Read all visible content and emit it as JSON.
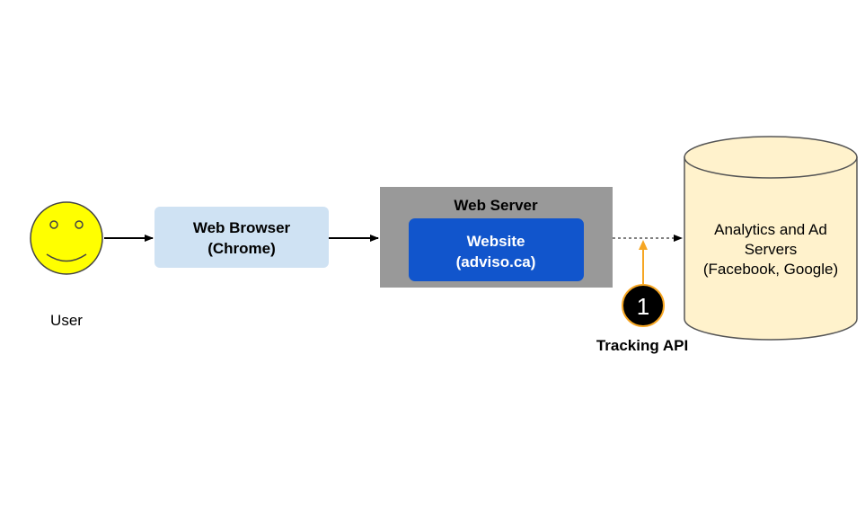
{
  "user": {
    "label": "User"
  },
  "browser": {
    "line1": "Web Browser",
    "line2": "(Chrome)"
  },
  "server": {
    "title": "Web Server",
    "website": {
      "line1": "Website",
      "line2": "(adviso.ca)"
    }
  },
  "analytics": {
    "line1": "Analytics and Ad",
    "line2": "Servers",
    "line3": "(Facebook, Google)"
  },
  "tracking": {
    "number": "1",
    "label": "Tracking API"
  },
  "colors": {
    "smiley": "#ffff00",
    "browser_bg": "#cfe2f3",
    "server_bg": "#999999",
    "website_bg": "#1155cc",
    "cylinder_bg": "#fff2cc",
    "tracking_arrow": "#f6a623",
    "badge_bg": "#000000"
  }
}
